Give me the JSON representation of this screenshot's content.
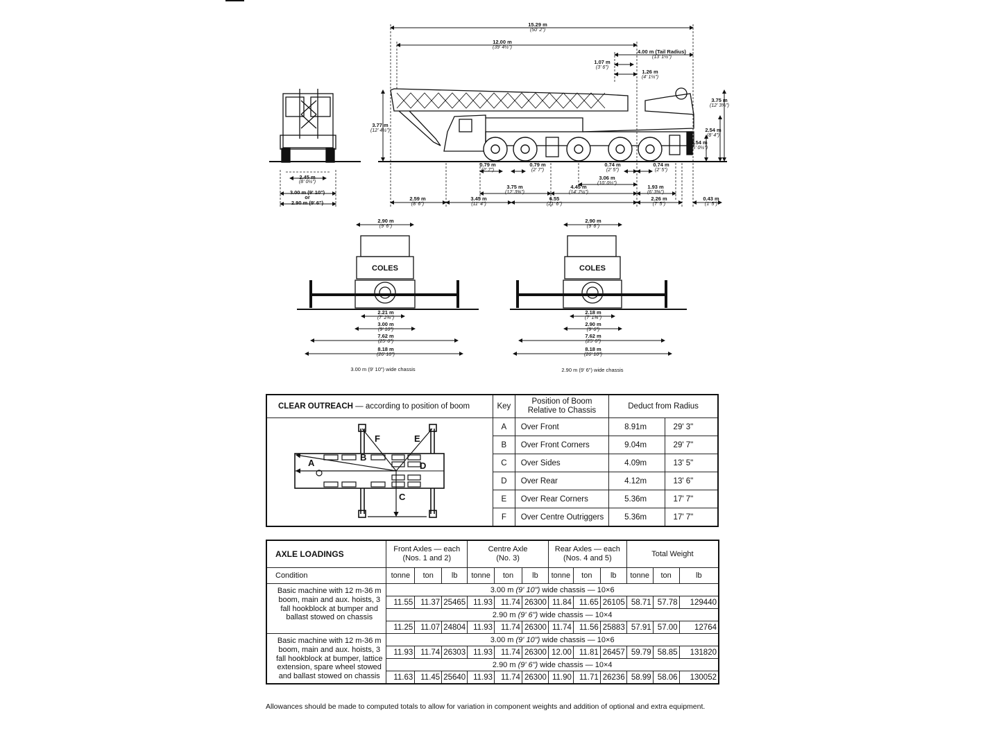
{
  "side_view": {
    "dimensions": [
      {
        "m": "15.29 m",
        "ft": "(50' 2\")"
      },
      {
        "m": "12.00 m",
        "ft": "(39' 4½\")"
      },
      {
        "m": "4.00 m (Tail Radius)",
        "ft": "(13' 1½\")"
      },
      {
        "m": "1.07 m",
        "ft": "(3' 6\")"
      },
      {
        "m": "1.26 m",
        "ft": "(4' 1¼\")"
      },
      {
        "m": "3.75 m",
        "ft": "(12' 3⅝\")"
      },
      {
        "m": "3.77 m",
        "ft": "(12' 4½\")"
      },
      {
        "m": "2.54 m",
        "ft": "(8' 4\")"
      },
      {
        "m": "1.54 m",
        "ft": "(5' 0½\")"
      },
      {
        "m": "0.79 m",
        "ft": "(2' 7\")"
      },
      {
        "m": "0.79 m",
        "ft": "(2' 7\")"
      },
      {
        "m": "0.74 m",
        "ft": "(2' 5\")"
      },
      {
        "m": "0.74 m",
        "ft": "(2' 5\")"
      },
      {
        "m": "3.06 m",
        "ft": "(10' 0½\")"
      },
      {
        "m": "3.75 m",
        "ft": "(12' 3⅝\")"
      },
      {
        "m": "4.45 m",
        "ft": "(14' 7¼\")"
      },
      {
        "m": "1.93 m",
        "ft": "(6' 3⅝\")"
      },
      {
        "m": "2.59 m",
        "ft": "(8' 6\")"
      },
      {
        "m": "3.45 m",
        "ft": "(11' 4\")"
      },
      {
        "m": "6.55",
        "ft": "(21' 6\")"
      },
      {
        "m": "2.26 m",
        "ft": "(7' 5\")"
      },
      {
        "m": "0.43 m",
        "ft": "(1' 5\")"
      }
    ]
  },
  "front_view": {
    "dim1": {
      "m": "2.45 m",
      "ft": "(8' 0½\")"
    },
    "dim2": "3.00 m (9' 10\")",
    "or": "or",
    "dim3": "2.90 m (9' 6\")"
  },
  "outrigger_views": [
    {
      "caption": "3.00 m (9' 10\") wide chassis",
      "logo": "COLES",
      "dimensions": [
        {
          "m": "2.90 m",
          "ft": "(9' 6\")"
        },
        {
          "m": "2.21 m",
          "ft": "(7' 2¾\")"
        },
        {
          "m": "3.00 m",
          "ft": "(9' 10\")"
        },
        {
          "m": "7.62 m",
          "ft": "(25' 0\")"
        },
        {
          "m": "8.18 m",
          "ft": "(26' 10\")"
        }
      ]
    },
    {
      "caption": "2.90 m (9' 6\") wide chassis",
      "logo": "COLES",
      "dimensions": [
        {
          "m": "2.90 m",
          "ft": "(9' 6\")"
        },
        {
          "m": "2.18 m",
          "ft": "(7' 1⅝\")"
        },
        {
          "m": "2.90 m",
          "ft": "(9' 6\")"
        },
        {
          "m": "7.62 m",
          "ft": "(25' 0\")"
        },
        {
          "m": "8.18 m",
          "ft": "(26' 10\")"
        }
      ]
    }
  ],
  "clear_outreach": {
    "title_bold": "CLEAR OUTREACH",
    "title_rest": " — according to position of boom",
    "headers": {
      "key": "Key",
      "position_1": "Position of Boom",
      "position_2": "Relative to Chassis",
      "deduct": "Deduct from Radius"
    },
    "diagram_labels": [
      "A",
      "B",
      "C",
      "D",
      "E",
      "F"
    ],
    "rows": [
      {
        "key": "A",
        "position": "Over Front",
        "m": "8.91m",
        "ft": "29' 3\""
      },
      {
        "key": "B",
        "position": "Over Front Corners",
        "m": "9.04m",
        "ft": "29' 7\""
      },
      {
        "key": "C",
        "position": "Over Sides",
        "m": "4.09m",
        "ft": "13' 5\""
      },
      {
        "key": "D",
        "position": "Over Rear",
        "m": "4.12m",
        "ft": "13' 6\""
      },
      {
        "key": "E",
        "position": "Over Rear Corners",
        "m": "5.36m",
        "ft": "17' 7\""
      },
      {
        "key": "F",
        "position": "Over Centre Outriggers",
        "m": "5.36m",
        "ft": "17' 7\""
      }
    ]
  },
  "axle_loadings": {
    "title": "AXLE LOADINGS",
    "groups": [
      {
        "l1": "Front Axles — each",
        "l2": "(Nos. 1 and 2)"
      },
      {
        "l1": "Centre Axle",
        "l2": "(No. 3)"
      },
      {
        "l1": "Rear Axles — each",
        "l2": "(Nos. 4 and 5)"
      },
      {
        "l1": "Total Weight",
        "l2": ""
      }
    ],
    "condition_label": "Condition",
    "units": [
      "tonne",
      "ton",
      "lb",
      "tonne",
      "ton",
      "lb",
      "tonne",
      "ton",
      "lb",
      "tonne",
      "ton",
      "lb"
    ],
    "conditions": [
      {
        "text": "Basic machine with 12 m-36 m boom, main and aux. hoists, 3 fall hookblock at bumper and ballast stowed on chassis",
        "variants": [
          {
            "w_m": "3.00 m ",
            "w_ft": "(9' 10\")",
            "rest": " wide chassis — 10×6",
            "values": [
              "11.55",
              "11.37",
              "25465",
              "11.93",
              "11.74",
              "26300",
              "11.84",
              "11.65",
              "26105",
              "58.71",
              "57.78",
              "129440"
            ]
          },
          {
            "w_m": "2.90 m ",
            "w_ft": "(9' 6\")",
            "rest": " wide chassis — 10×4",
            "values": [
              "11.25",
              "11.07",
              "24804",
              "11.93",
              "11.74",
              "26300",
              "11.74",
              "11.56",
              "25883",
              "57.91",
              "57.00",
              "12764"
            ]
          }
        ]
      },
      {
        "text": "Basic machine with 12 m-36 m boom, main and aux. hoists, 3 fall hookblock at bumper, lattice extension, spare wheel stowed and ballast stowed on chassis",
        "variants": [
          {
            "w_m": "3.00 m ",
            "w_ft": "(9' 10\")",
            "rest": " wide chassis — 10×6",
            "values": [
              "11.93",
              "11.74",
              "26303",
              "11.93",
              "11.74",
              "26300",
              "12.00",
              "11.81",
              "26457",
              "59.79",
              "58.85",
              "131820"
            ]
          },
          {
            "w_m": "2.90 m ",
            "w_ft": "(9' 6\")",
            "rest": " wide chassis — 10×4",
            "values": [
              "11.63",
              "11.45",
              "25640",
              "11.93",
              "11.74",
              "26300",
              "11.90",
              "11.71",
              "26236",
              "58.99",
              "58.06",
              "130052"
            ]
          }
        ]
      }
    ],
    "note": "Allowances should be made to computed totals to allow for variation in component weights and addition of optional and extra equipment."
  }
}
